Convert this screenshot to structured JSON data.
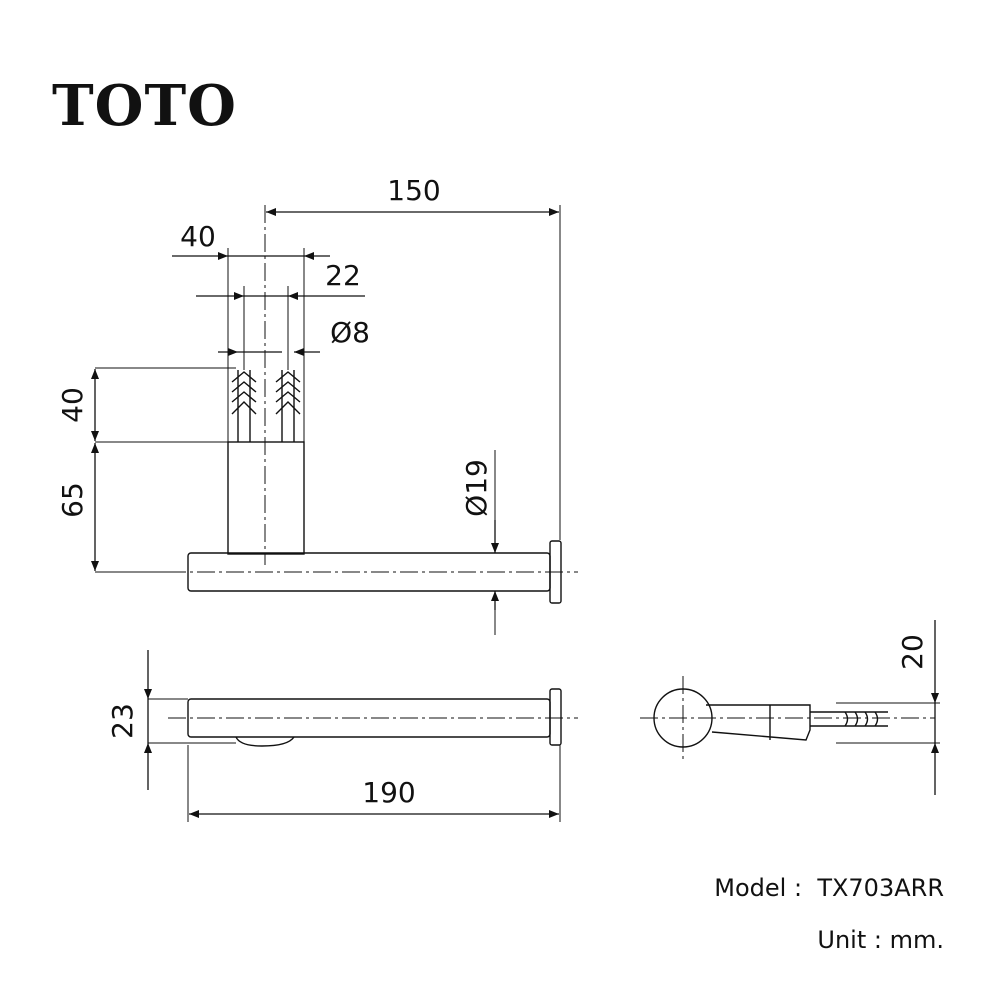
{
  "brand": "TOTO",
  "dimensions": {
    "top_width": "150",
    "anchor_spacing": "40",
    "anchor_offset": "22",
    "anchor_diameter": "Ø8",
    "anchor_depth": "40",
    "mount_height": "65",
    "rod_diameter": "Ø19",
    "rod_height": "23",
    "total_length": "190",
    "side_height": "20"
  },
  "model": {
    "label": "Model :",
    "value": "TX703ARR"
  },
  "unit": {
    "label": "Unit :",
    "value": "mm."
  },
  "colors": {
    "line": "#111111",
    "background": "#ffffff"
  }
}
